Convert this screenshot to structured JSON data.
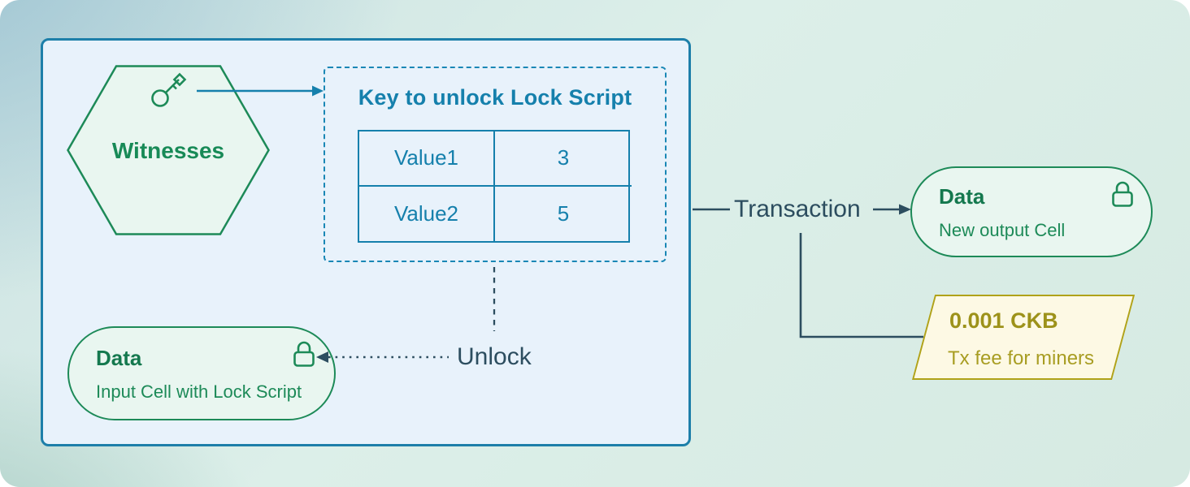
{
  "diagram": {
    "witnesses": {
      "label": "Witnesses"
    },
    "key_box": {
      "title": "Key to unlock Lock Script",
      "rows": [
        {
          "name": "Value1",
          "value": "3"
        },
        {
          "name": "Value2",
          "value": "5"
        }
      ]
    },
    "input_cell": {
      "title": "Data",
      "subtitle": "Input Cell with Lock Script"
    },
    "unlock_label": "Unlock",
    "transaction_label": "Transaction",
    "output_cell": {
      "title": "Data",
      "subtitle": "New output Cell"
    },
    "fee": {
      "amount": "0.001 CKB",
      "subtitle": "Tx fee for miners"
    },
    "colors": {
      "blue_accent": "#1580ac",
      "blue_border": "#1d7fa9",
      "green_accent": "#1d8a58",
      "green_text": "#14784e",
      "dark_slate": "#2c4d5f",
      "olive_border": "#b0a219",
      "olive_text": "#9d921a",
      "box_fill": "#e8f2fb",
      "mint_fill": "#e9f6f0",
      "fee_fill": "#fdf9e4"
    },
    "icons": {
      "witness_key": "key-icon",
      "input_cell_lock": "lock-icon",
      "output_cell_lock": "lock-icon"
    }
  }
}
